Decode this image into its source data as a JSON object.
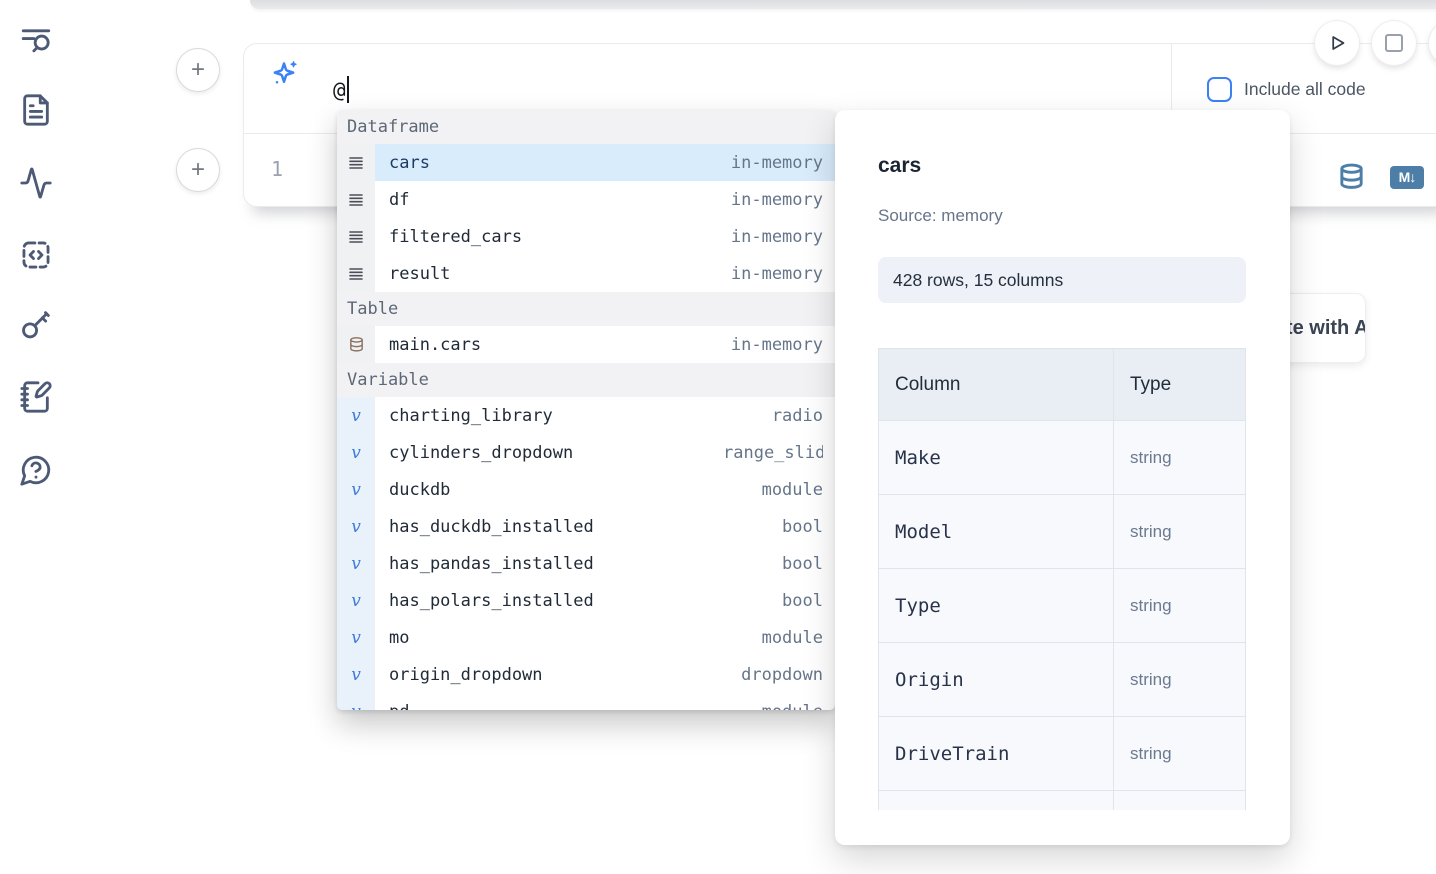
{
  "colors": {
    "accent_blue": "#3b82f6",
    "steel_blue": "#4c7ea8",
    "selection_blue": "#d9ecfc",
    "sidebar_icon": "#4d5a76"
  },
  "icons": {
    "plus_glyph": "+",
    "variable_glyph": "v",
    "markdown_badge_glyph": "M↓"
  },
  "cell": {
    "prompt_value": "@",
    "line_number": "1",
    "include_all_code_label": "Include all code"
  },
  "autocomplete": {
    "sections": [
      {
        "label": "Dataframe",
        "items": [
          {
            "name": "cars",
            "type": "in-memory",
            "selected": true
          },
          {
            "name": "df",
            "type": "in-memory"
          },
          {
            "name": "filtered_cars",
            "type": "in-memory"
          },
          {
            "name": "result",
            "type": "in-memory"
          }
        ]
      },
      {
        "label": "Table",
        "items": [
          {
            "name": "main.cars",
            "type": "in-memory"
          }
        ]
      },
      {
        "label": "Variable",
        "items": [
          {
            "name": "charting_library",
            "type": "radio"
          },
          {
            "name": "cylinders_dropdown",
            "type": "range_slider"
          },
          {
            "name": "duckdb",
            "type": "module"
          },
          {
            "name": "has_duckdb_installed",
            "type": "bool"
          },
          {
            "name": "has_pandas_installed",
            "type": "bool"
          },
          {
            "name": "has_polars_installed",
            "type": "bool"
          },
          {
            "name": "mo",
            "type": "module"
          },
          {
            "name": "origin_dropdown",
            "type": "dropdown"
          },
          {
            "name": "pd",
            "type": "module"
          }
        ]
      }
    ]
  },
  "preview": {
    "title": "cars",
    "source": "Source: memory",
    "shape_badge": "428 rows, 15 columns",
    "table": {
      "headers": [
        "Column",
        "Type"
      ],
      "rows": [
        {
          "column": "Make",
          "type": "string"
        },
        {
          "column": "Model",
          "type": "string"
        },
        {
          "column": "Type",
          "type": "string"
        },
        {
          "column": "Origin",
          "type": "string"
        },
        {
          "column": "DriveTrain",
          "type": "string"
        },
        {
          "column": "",
          "type": ""
        }
      ]
    }
  },
  "ai_button": {
    "label": "Generate with AI"
  }
}
